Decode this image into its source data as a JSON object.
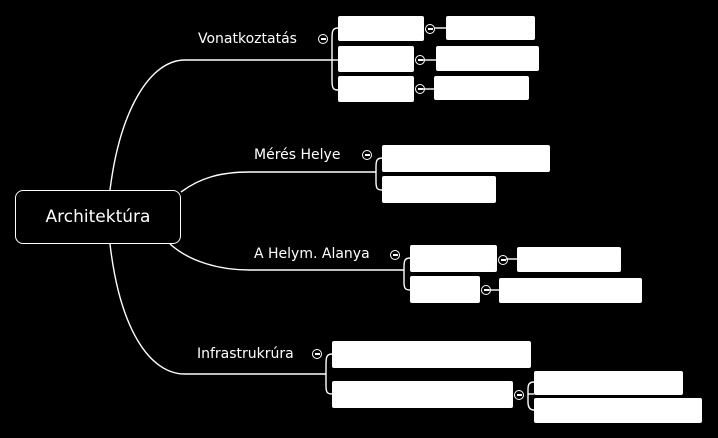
{
  "mindmap": {
    "root_label": "Architektúra",
    "branches": [
      {
        "label": "Vonatkoztatás"
      },
      {
        "label": "Mérés Helye"
      },
      {
        "label": "A Helym. Alanya"
      },
      {
        "label": "Infrastrukrúra"
      }
    ]
  }
}
